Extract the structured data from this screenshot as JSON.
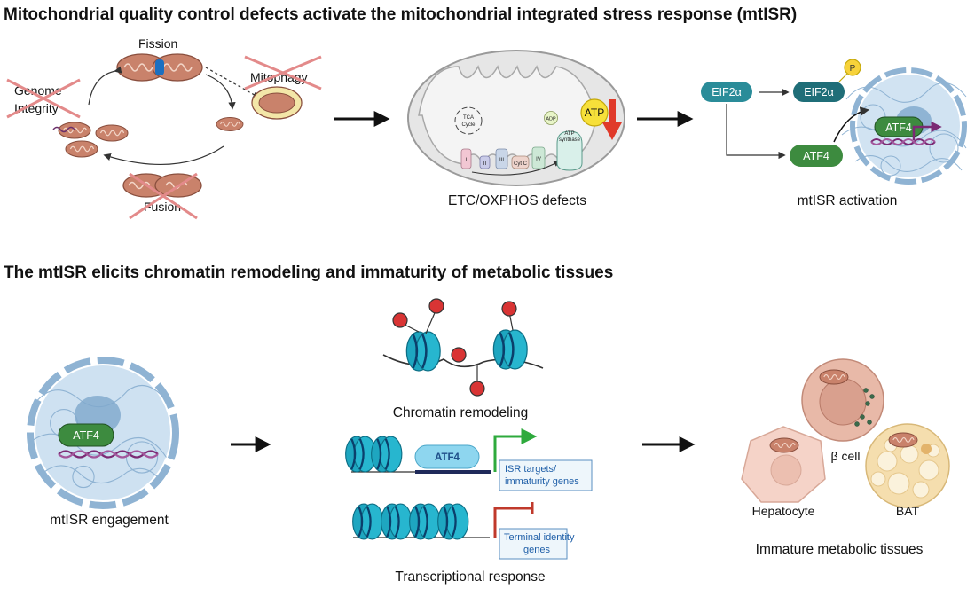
{
  "section1": {
    "title": "Mitochondrial quality control defects activate the mitochondrial integrated stress response (mtISR)",
    "dynamics": {
      "fission": "Fission",
      "mitophagy": "Mitophagy",
      "genome_line1": "Genome",
      "genome_line2": "Integrity",
      "fusion": "Fusion"
    },
    "etc": {
      "caption": "ETC/OXPHOS defects",
      "tca_line1": "TCA",
      "tca_line2": "Cycle",
      "complexes": [
        "I",
        "II",
        "III",
        "Cyt C",
        "IV"
      ],
      "adp": "ADP",
      "atp_synthase_line1": "ATP",
      "atp_synthase_line2": "synthase",
      "atp": "ATP"
    },
    "isr": {
      "caption": "mtISR activation",
      "eif2a": "EIF2α",
      "eif2a_p": "EIF2α",
      "phospho": "P",
      "atf4": "ATF4",
      "atf4_nucleus": "ATF4"
    }
  },
  "section2": {
    "title": "The mtISR elicits chromatin remodeling and immaturity of metabolic tissues",
    "engagement": {
      "caption": "mtISR engagement",
      "atf4": "ATF4"
    },
    "chromatin": {
      "remodeling_caption": "Chromatin remodeling",
      "atf4": "ATF4",
      "targets_line1": "ISR targets/",
      "targets_line2": "immaturity genes",
      "identity_line1": "Terminal identity",
      "identity_line2": "genes",
      "response_caption": "Transcriptional response"
    },
    "tissues": {
      "beta_cell": "β cell",
      "hepatocyte": "Hepatocyte",
      "bat": "BAT",
      "caption": "Immature metabolic tissues"
    }
  },
  "colors": {
    "teal_pill": "#2a8c99",
    "dark_teal_pill": "#1f6e78",
    "atf4_green": "#3d8b3f",
    "histone": "#1ea6c0",
    "red_mark": "#d93434",
    "cross_red": "#e38a8a",
    "gene_arrow_green": "#2eaa3c",
    "repress_red": "#c0392b",
    "nucleus_blue": "#c9def0",
    "mito_brown": "#c9826b",
    "dna_purple": "#7b2a74",
    "label_blue": "#1f5fa8"
  }
}
